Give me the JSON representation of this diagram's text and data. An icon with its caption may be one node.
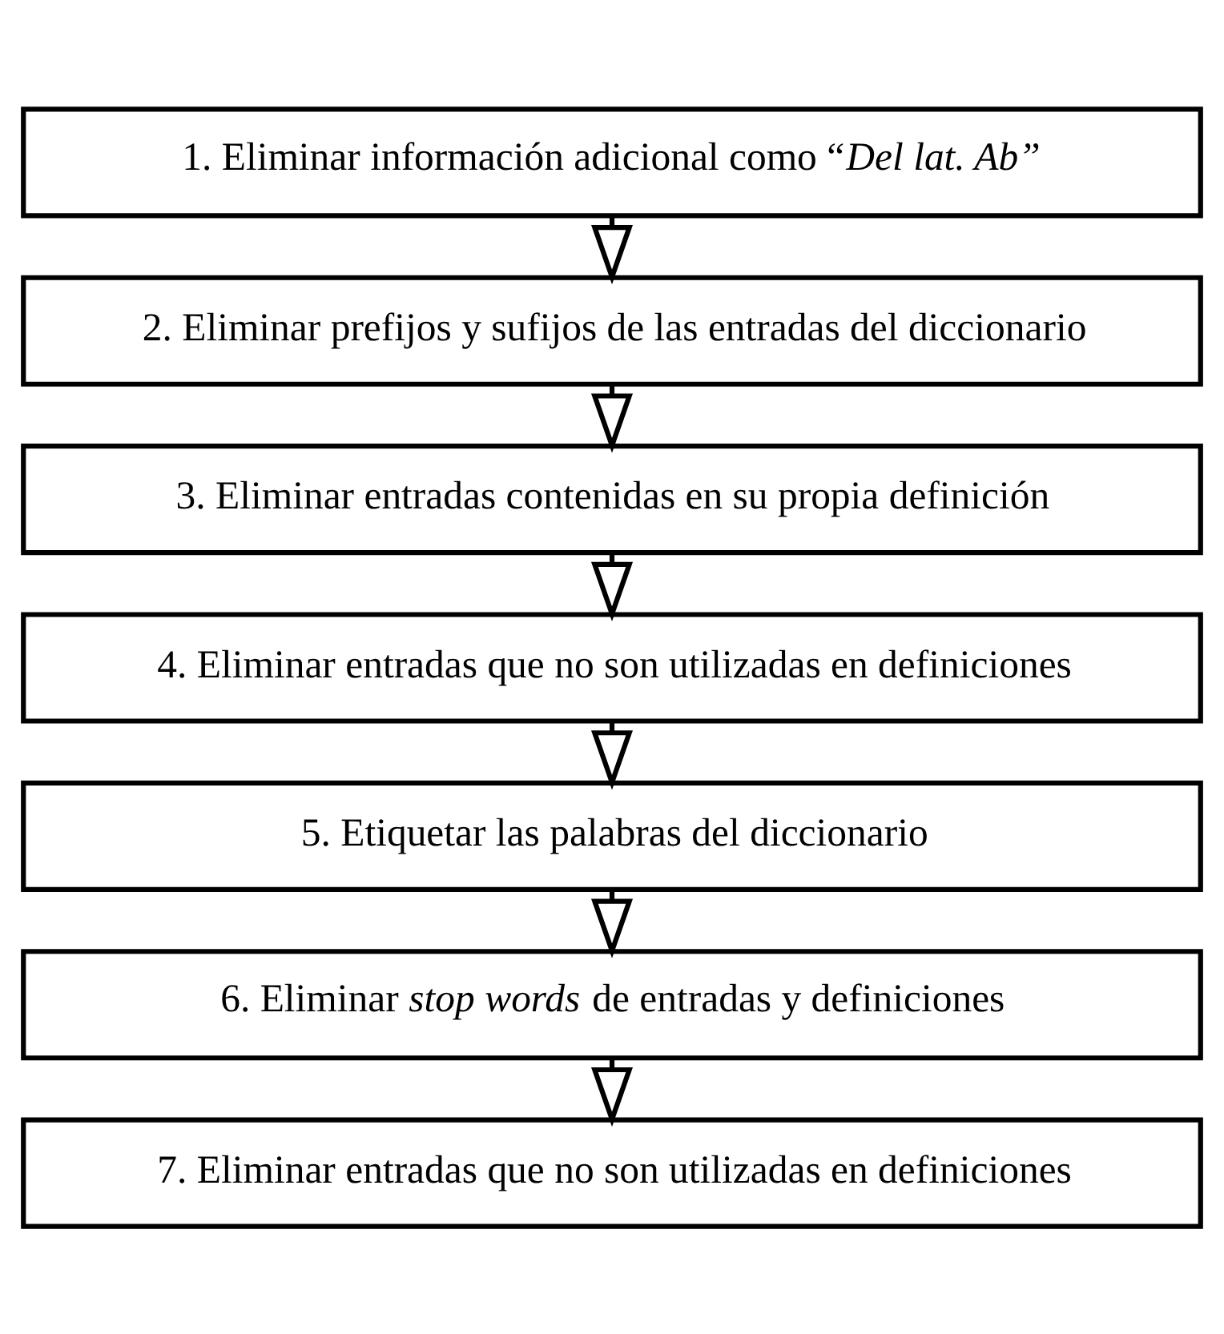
{
  "diagram": {
    "nodes": [
      {
        "text": [
          "1. Eliminar información adicional como “*Del lat. Ab”*"
        ]
      },
      {
        "text": [
          "2. Eliminar prefijos y sufijos de las entradas del diccionario"
        ]
      },
      {
        "text": [
          "3. Eliminar entradas contenidas en su propia definición"
        ]
      },
      {
        "text": [
          "4. Eliminar entradas que no son utilizadas en definiciones"
        ]
      },
      {
        "text": [
          "5. Etiquetar las palabras del diccionario"
        ]
      },
      {
        "text": [
          "6. Eliminar *stop words* de entradas y definiciones"
        ]
      },
      {
        "text": [
          "7. Eliminar entradas que no son utilizadas en definiciones"
        ]
      }
    ],
    "edges": [
      {
        "from": 0,
        "to": 1,
        "arrow": "to"
      },
      {
        "from": 1,
        "to": 2,
        "arrow": "to"
      },
      {
        "from": 2,
        "to": 3,
        "arrow": "to"
      },
      {
        "from": 3,
        "to": 4,
        "arrow": "to"
      },
      {
        "from": 4,
        "to": 5,
        "arrow": "to"
      },
      {
        "from": 5,
        "to": 6,
        "arrow": "to"
      }
    ]
  }
}
